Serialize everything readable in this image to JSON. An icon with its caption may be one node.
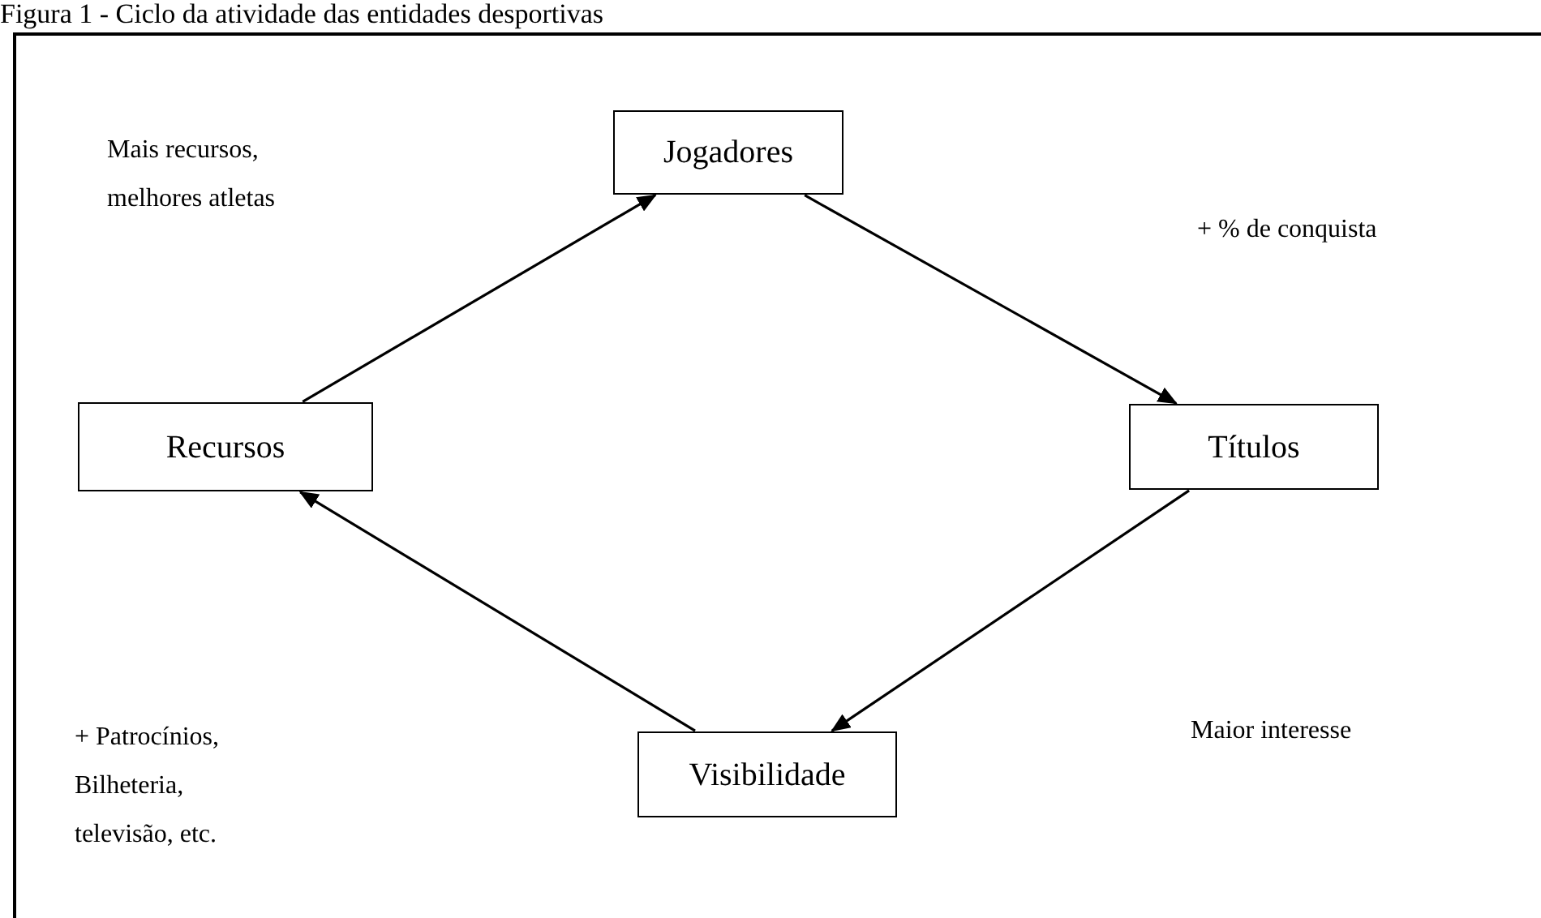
{
  "diagram": {
    "title": "Figura 1 - Ciclo da atividade das entidades desportivas",
    "nodes": [
      {
        "text": [
          "Jogadores"
        ]
      },
      {
        "text": [
          "Títulos"
        ]
      },
      {
        "text": [
          "Visibilidade"
        ]
      },
      {
        "text": [
          "Recursos"
        ]
      }
    ],
    "edges": [
      {
        "from": 3,
        "to": 0,
        "arrow": "to"
      },
      {
        "from": 0,
        "to": 1,
        "arrow": "to"
      },
      {
        "from": 1,
        "to": 2,
        "arrow": "to"
      },
      {
        "from": 2,
        "to": 3,
        "arrow": "to"
      }
    ],
    "labels": [
      "Mais recursos, melhores atletas",
      "+ % de conquista",
      "+ Patrocínios, Bilheteria, televisão, etc.",
      "Maior interesse"
    ]
  }
}
